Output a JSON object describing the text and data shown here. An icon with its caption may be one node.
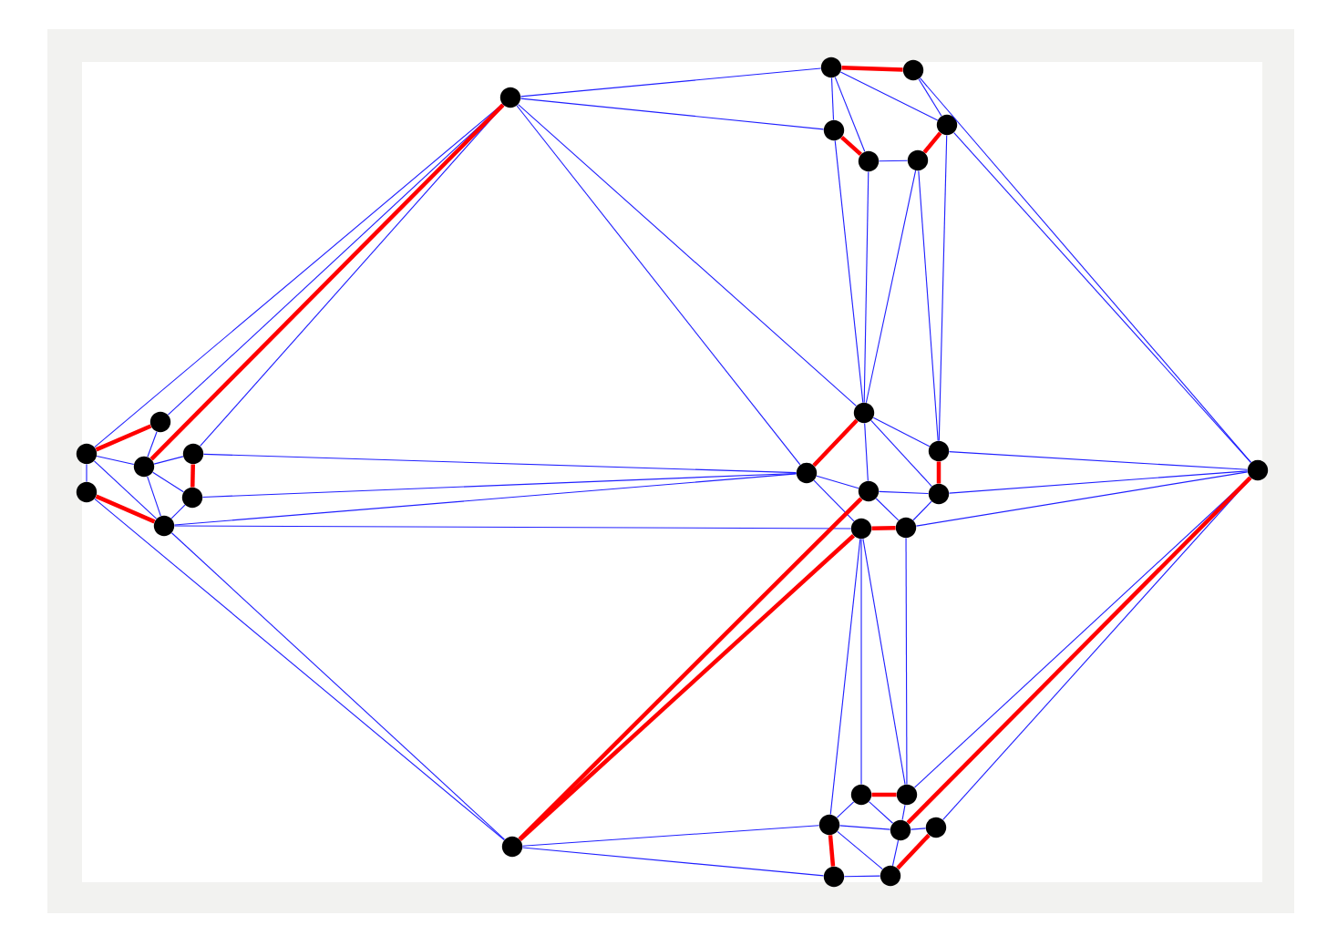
{
  "diagram": {
    "nodes": [
      {
        "text": [],
        "shape": "circle"
      },
      {
        "text": [],
        "shape": "circle"
      },
      {
        "text": [],
        "shape": "circle"
      },
      {
        "text": [],
        "shape": "circle"
      },
      {
        "text": [],
        "shape": "circle"
      },
      {
        "text": [],
        "shape": "circle"
      },
      {
        "text": [],
        "shape": "circle"
      },
      {
        "text": [],
        "shape": "circle"
      },
      {
        "text": [],
        "shape": "circle"
      },
      {
        "text": [],
        "shape": "circle"
      },
      {
        "text": [],
        "shape": "circle"
      },
      {
        "text": [],
        "shape": "circle"
      },
      {
        "text": [],
        "shape": "circle"
      },
      {
        "text": [],
        "shape": "circle"
      },
      {
        "text": [],
        "shape": "circle"
      },
      {
        "text": [],
        "shape": "circle"
      },
      {
        "text": [],
        "shape": "circle"
      },
      {
        "text": [],
        "shape": "circle"
      },
      {
        "text": [],
        "shape": "circle"
      },
      {
        "text": [],
        "shape": "circle"
      },
      {
        "text": [],
        "shape": "circle"
      },
      {
        "text": [],
        "shape": "circle"
      },
      {
        "text": [],
        "shape": "circle"
      },
      {
        "text": [],
        "shape": "circle"
      },
      {
        "text": [],
        "shape": "circle"
      },
      {
        "text": [],
        "shape": "circle"
      },
      {
        "text": [],
        "shape": "circle"
      },
      {
        "text": [],
        "shape": "circle"
      },
      {
        "text": [],
        "shape": "circle"
      },
      {
        "text": [],
        "shape": "circle"
      }
    ],
    "edges": [
      {
        "from": 0,
        "to": 1,
        "arrow": "none"
      },
      {
        "from": 0,
        "to": 3,
        "arrow": "none"
      },
      {
        "from": 0,
        "to": 7,
        "arrow": "none"
      },
      {
        "from": 0,
        "to": 8,
        "arrow": "none"
      },
      {
        "from": 0,
        "to": 15,
        "arrow": "none"
      },
      {
        "from": 0,
        "to": 17,
        "arrow": "none"
      },
      {
        "from": 0,
        "to": 19,
        "arrow": "none"
      },
      {
        "from": 1,
        "to": 3,
        "arrow": "none"
      },
      {
        "from": 1,
        "to": 4,
        "arrow": "none"
      },
      {
        "from": 1,
        "to": 6,
        "arrow": "none"
      },
      {
        "from": 2,
        "to": 6,
        "arrow": "none"
      },
      {
        "from": 2,
        "to": 14,
        "arrow": "none"
      },
      {
        "from": 6,
        "to": 14,
        "arrow": "none"
      },
      {
        "from": 4,
        "to": 5,
        "arrow": "none"
      },
      {
        "from": 3,
        "to": 7,
        "arrow": "none"
      },
      {
        "from": 4,
        "to": 7,
        "arrow": "none"
      },
      {
        "from": 5,
        "to": 7,
        "arrow": "none"
      },
      {
        "from": 5,
        "to": 9,
        "arrow": "none"
      },
      {
        "from": 6,
        "to": 9,
        "arrow": "none"
      },
      {
        "from": 7,
        "to": 9,
        "arrow": "none"
      },
      {
        "from": 7,
        "to": 10,
        "arrow": "none"
      },
      {
        "from": 7,
        "to": 11,
        "arrow": "none"
      },
      {
        "from": 8,
        "to": 10,
        "arrow": "none"
      },
      {
        "from": 8,
        "to": 12,
        "arrow": "none"
      },
      {
        "from": 10,
        "to": 11,
        "arrow": "none"
      },
      {
        "from": 10,
        "to": 13,
        "arrow": "none"
      },
      {
        "from": 11,
        "to": 13,
        "arrow": "none"
      },
      {
        "from": 9,
        "to": 14,
        "arrow": "none"
      },
      {
        "from": 11,
        "to": 14,
        "arrow": "none"
      },
      {
        "from": 13,
        "to": 14,
        "arrow": "none"
      },
      {
        "from": 19,
        "to": 8,
        "arrow": "none"
      },
      {
        "from": 20,
        "to": 8,
        "arrow": "none"
      },
      {
        "from": 21,
        "to": 8,
        "arrow": "none"
      },
      {
        "from": 21,
        "to": 12,
        "arrow": "none"
      },
      {
        "from": 15,
        "to": 18,
        "arrow": "none"
      },
      {
        "from": 15,
        "to": 21,
        "arrow": "none"
      },
      {
        "from": 15,
        "to": 16,
        "arrow": "none"
      },
      {
        "from": 17,
        "to": 18,
        "arrow": "none"
      },
      {
        "from": 18,
        "to": 19,
        "arrow": "none"
      },
      {
        "from": 18,
        "to": 20,
        "arrow": "none"
      },
      {
        "from": 18,
        "to": 21,
        "arrow": "none"
      },
      {
        "from": 20,
        "to": 21,
        "arrow": "none"
      },
      {
        "from": 16,
        "to": 22,
        "arrow": "none"
      },
      {
        "from": 21,
        "to": 22,
        "arrow": "none"
      },
      {
        "from": 22,
        "to": 25,
        "arrow": "none"
      },
      {
        "from": 22,
        "to": 28,
        "arrow": "none"
      },
      {
        "from": 12,
        "to": 25,
        "arrow": "none"
      },
      {
        "from": 12,
        "to": 23,
        "arrow": "none"
      },
      {
        "from": 12,
        "to": 24,
        "arrow": "none"
      },
      {
        "from": 13,
        "to": 24,
        "arrow": "none"
      },
      {
        "from": 24,
        "to": 14,
        "arrow": "none"
      },
      {
        "from": 27,
        "to": 14,
        "arrow": "none"
      },
      {
        "from": 23,
        "to": 25,
        "arrow": "none"
      },
      {
        "from": 23,
        "to": 26,
        "arrow": "none"
      },
      {
        "from": 25,
        "to": 26,
        "arrow": "none"
      },
      {
        "from": 25,
        "to": 29,
        "arrow": "none"
      },
      {
        "from": 26,
        "to": 27,
        "arrow": "none"
      },
      {
        "from": 26,
        "to": 29,
        "arrow": "none"
      },
      {
        "from": 28,
        "to": 29,
        "arrow": "none"
      },
      {
        "from": 24,
        "to": 26,
        "arrow": "none"
      },
      {
        "from": 0,
        "to": 18,
        "arrow": "none",
        "style": "thick",
        "color": "#ff0000"
      },
      {
        "from": 1,
        "to": 2,
        "arrow": "none",
        "style": "thick",
        "color": "#ff0000"
      },
      {
        "from": 3,
        "to": 4,
        "arrow": "none",
        "style": "thick",
        "color": "#ff0000"
      },
      {
        "from": 5,
        "to": 6,
        "arrow": "none",
        "style": "thick",
        "color": "#ff0000"
      },
      {
        "from": 7,
        "to": 8,
        "arrow": "none",
        "style": "thick",
        "color": "#ff0000"
      },
      {
        "from": 9,
        "to": 11,
        "arrow": "none",
        "style": "thick",
        "color": "#ff0000"
      },
      {
        "from": 12,
        "to": 13,
        "arrow": "none",
        "style": "thick",
        "color": "#ff0000"
      },
      {
        "from": 15,
        "to": 17,
        "arrow": "none",
        "style": "thick",
        "color": "#ff0000"
      },
      {
        "from": 16,
        "to": 21,
        "arrow": "none",
        "style": "thick",
        "color": "#ff0000"
      },
      {
        "from": 19,
        "to": 20,
        "arrow": "none",
        "style": "thick",
        "color": "#ff0000"
      },
      {
        "from": 10,
        "to": 22,
        "arrow": "none",
        "style": "thick",
        "color": "#ff0000"
      },
      {
        "from": 12,
        "to": 22,
        "arrow": "none",
        "style": "thick",
        "color": "#ff0000"
      },
      {
        "from": 26,
        "to": 14,
        "arrow": "none",
        "style": "thick",
        "color": "#ff0000"
      },
      {
        "from": 29,
        "to": 27,
        "arrow": "none",
        "style": "thick",
        "color": "#ff0000"
      },
      {
        "from": 23,
        "to": 24,
        "arrow": "none",
        "style": "thick",
        "color": "#ff0000"
      },
      {
        "from": 25,
        "to": 28,
        "arrow": "none",
        "style": "thick",
        "color": "#ff0000"
      }
    ]
  }
}
